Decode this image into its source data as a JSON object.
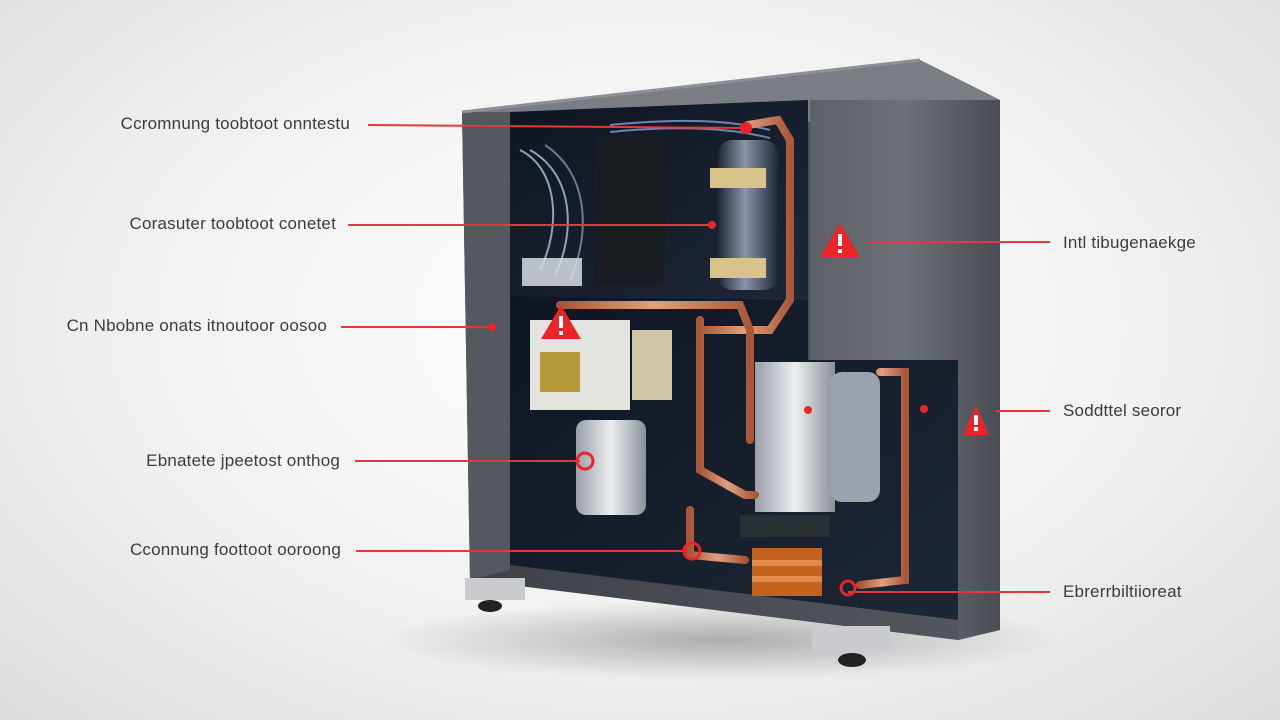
{
  "callouts_left": [
    {
      "label": "Ccromnung toobtoot onntestu"
    },
    {
      "label": "Corasuter toobtoot conetet"
    },
    {
      "label": "Cn Nbobne onats itnoutoor oosoo"
    },
    {
      "label": "Ebnatete jpeetost onthog"
    },
    {
      "label": "Cconnung foottoot ooroong"
    }
  ],
  "callouts_right": [
    {
      "label": "Intl tibugenaekge"
    },
    {
      "label": "Soddttel seoror"
    },
    {
      "label": "Ebrerrbiltiioreat"
    }
  ],
  "colors": {
    "callout_line": "#e03a3a",
    "warning": "#e8262a",
    "housing": "#4a4d54",
    "copper": "#c8785a"
  },
  "icons": [
    "warning-triangle-icon",
    "callout-dot-icon"
  ]
}
